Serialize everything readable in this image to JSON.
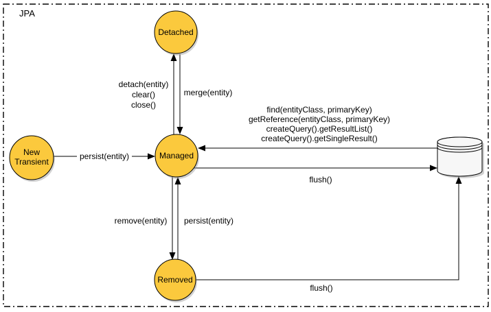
{
  "diagram": {
    "title": "JPA",
    "colors": {
      "state_fill": "#FBC93D",
      "state_stroke": "#000000",
      "edge": "#000000",
      "database_fill": "#F7F7F7",
      "background": "#FFFFFF"
    },
    "states": {
      "detached": "Detached",
      "new_transient": {
        "line1": "New",
        "line2": "Transient"
      },
      "managed": "Managed",
      "removed": "Removed"
    },
    "transitions": {
      "detach": {
        "labels": [
          "detach(entity)",
          "clear()",
          "close()"
        ]
      },
      "merge": {
        "label": "merge(entity)"
      },
      "persist_from_new": {
        "label": "persist(entity)"
      },
      "retrieve": {
        "labels": [
          "find(entityClass, primaryKey)",
          "getReference(entityClass, primaryKey)",
          "createQuery().getResultList()",
          "createQuery().getSingleResult()"
        ]
      },
      "flush_from_managed": {
        "label": "flush()"
      },
      "remove": {
        "label": "remove(entity)"
      },
      "persist_from_removed": {
        "label": "persist(entity)"
      },
      "flush_from_removed": {
        "label": "flush()"
      }
    },
    "icons": {
      "database": "database-cylinder-icon"
    }
  }
}
